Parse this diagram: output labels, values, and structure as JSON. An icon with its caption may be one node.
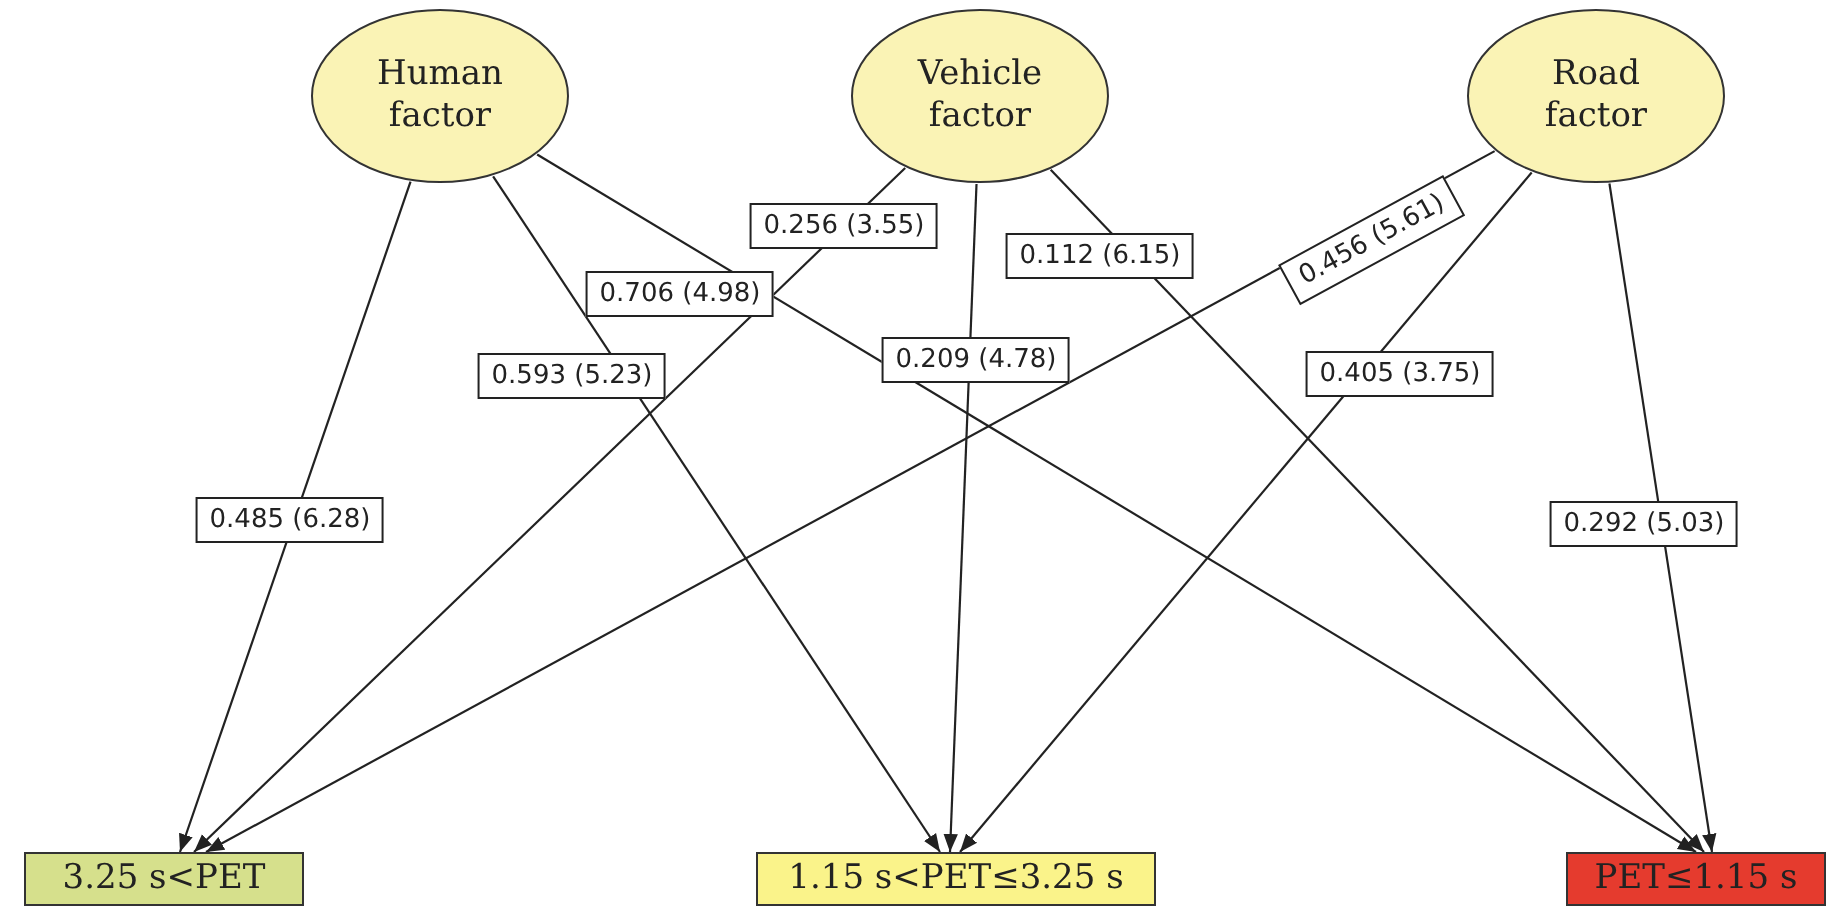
{
  "diagram": {
    "nodes": [
      {
        "text": [
          "Human factor"
        ]
      },
      {
        "text": [
          "Vehicle factor"
        ]
      },
      {
        "text": [
          "Road factor"
        ]
      },
      {
        "text": [
          "3.25 s<PET"
        ]
      },
      {
        "text": [
          "1.15 s<PET≤3.25 s"
        ]
      },
      {
        "text": [
          "PET≤1.15 s"
        ]
      }
    ],
    "edges": [
      {
        "from": 0,
        "to": 3,
        "arrow": "to",
        "label": "0.485 (6.28)"
      },
      {
        "from": 0,
        "to": 4,
        "arrow": "to",
        "label": "0.593 (5.23)"
      },
      {
        "from": 0,
        "to": 5,
        "arrow": "to",
        "label": "0.706 (4.98)"
      },
      {
        "from": 1,
        "to": 3,
        "arrow": "to",
        "label": "0.256 (3.55)"
      },
      {
        "from": 1,
        "to": 4,
        "arrow": "to",
        "label": "0.209 (4.78)"
      },
      {
        "from": 1,
        "to": 5,
        "arrow": "to",
        "label": "0.112 (6.15)"
      },
      {
        "from": 2,
        "to": 3,
        "arrow": "to",
        "label": "0.456 (5.61)"
      },
      {
        "from": 2,
        "to": 4,
        "arrow": "to",
        "label": "0.405 (3.75)"
      },
      {
        "from": 2,
        "to": 5,
        "arrow": "to",
        "label": "0.292 (5.03)"
      }
    ]
  }
}
